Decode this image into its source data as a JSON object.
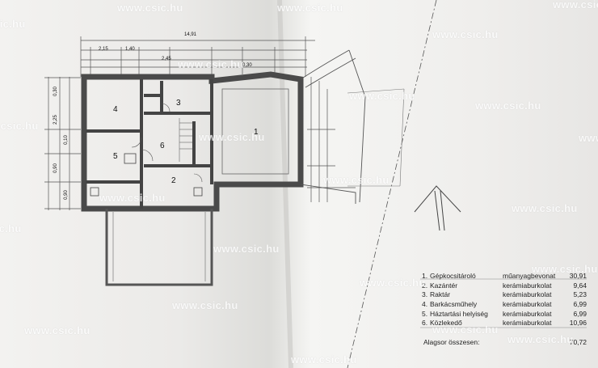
{
  "watermark": "www.csic.hu",
  "dimensions_top": [
    "14,91",
    "2,15",
    "1,40",
    "2,45",
    "0,30"
  ],
  "dimensions_left": [
    "0,30",
    "2,25",
    "0,10",
    "0,90",
    "0,90"
  ],
  "room_labels": [
    "1",
    "2",
    "3",
    "4",
    "5",
    "6"
  ],
  "legend": {
    "rows": [
      {
        "num": "1.",
        "name": "Gépkocsitároló",
        "material": "műanyagbevonat",
        "area": "30,91"
      },
      {
        "num": "2.",
        "name": "Kazántér",
        "material": "kerámiaburkolat",
        "area": "9,64"
      },
      {
        "num": "3.",
        "name": "Raktár",
        "material": "kerámiaburkolat",
        "area": "5,23"
      },
      {
        "num": "4.",
        "name": "Barkácsműhely",
        "material": "kerámiaburkolat",
        "area": "6,99"
      },
      {
        "num": "5.",
        "name": "Háztartási helyiség",
        "material": "kerámiaburkolat",
        "area": "6,99"
      },
      {
        "num": "6.",
        "name": "Közlekedő",
        "material": "kerámiaburkolat",
        "area": "10,96"
      }
    ],
    "total_label": "Alagsor összesen:",
    "total_value": "70,72"
  }
}
